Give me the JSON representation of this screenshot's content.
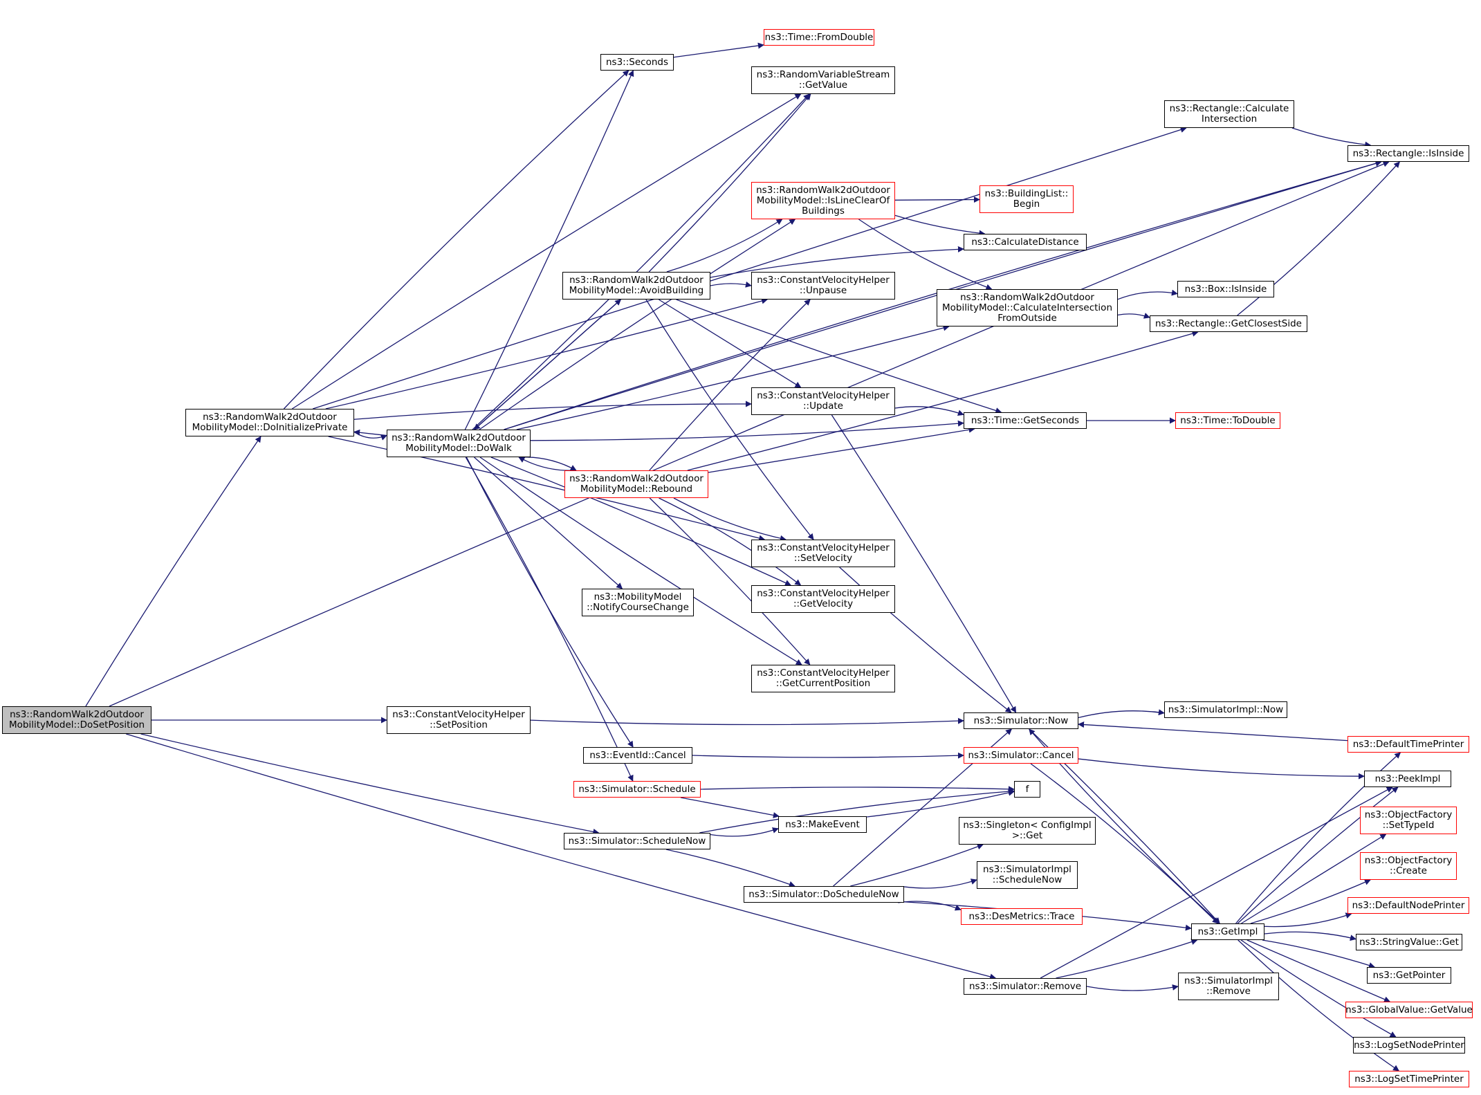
{
  "colors": {
    "edge": "#191970",
    "border": "#000000",
    "partial_border": "#ff0000",
    "root_fill": "#bfbfbf"
  },
  "nodes": [
    {
      "id": "doSetPosition",
      "label": "ns3::RandomWalk2dOutdoor\nMobilityModel::DoSetPosition",
      "style": "root"
    },
    {
      "id": "doInitializePrivate",
      "label": "ns3::RandomWalk2dOutdoor\nMobilityModel::DoInitializePrivate",
      "style": "normal"
    },
    {
      "id": "doWalk",
      "label": "ns3::RandomWalk2dOutdoor\nMobilityModel::DoWalk",
      "style": "normal"
    },
    {
      "id": "avoidBuilding",
      "label": "ns3::RandomWalk2dOutdoor\nMobilityModel::AvoidBuilding",
      "style": "normal"
    },
    {
      "id": "rebound",
      "label": "ns3::RandomWalk2dOutdoor\nMobilityModel::Rebound",
      "style": "partial"
    },
    {
      "id": "isLineClear",
      "label": "ns3::RandomWalk2dOutdoor\nMobilityModel::IsLineClearOf\nBuildings",
      "style": "partial"
    },
    {
      "id": "calcIntersectionFromOutside",
      "label": "ns3::RandomWalk2dOutdoor\nMobilityModel::CalculateIntersection\nFromOutside",
      "style": "normal"
    },
    {
      "id": "seconds",
      "label": "ns3::Seconds",
      "style": "normal"
    },
    {
      "id": "fromDouble",
      "label": "ns3::Time::FromDouble",
      "style": "partial"
    },
    {
      "id": "rvsGetValue",
      "label": "ns3::RandomVariableStream\n::GetValue",
      "style": "normal"
    },
    {
      "id": "rectCalcIntersection",
      "label": "ns3::Rectangle::Calculate\nIntersection",
      "style": "normal"
    },
    {
      "id": "rectIsInside",
      "label": "ns3::Rectangle::IsInside",
      "style": "normal"
    },
    {
      "id": "buildingListBegin",
      "label": "ns3::BuildingList::\nBegin",
      "style": "partial"
    },
    {
      "id": "calculateDistance",
      "label": "ns3::CalculateDistance",
      "style": "normal"
    },
    {
      "id": "cvhUnpause",
      "label": "ns3::ConstantVelocityHelper\n::Unpause",
      "style": "normal"
    },
    {
      "id": "boxIsInside",
      "label": "ns3::Box::IsInside",
      "style": "normal"
    },
    {
      "id": "rectGetClosestSide",
      "label": "ns3::Rectangle::GetClosestSide",
      "style": "normal"
    },
    {
      "id": "cvhUpdate",
      "label": "ns3::ConstantVelocityHelper\n::Update",
      "style": "normal"
    },
    {
      "id": "timeGetSeconds",
      "label": "ns3::Time::GetSeconds",
      "style": "normal"
    },
    {
      "id": "timeToDouble",
      "label": "ns3::Time::ToDouble",
      "style": "partial"
    },
    {
      "id": "cvhSetVelocity",
      "label": "ns3::ConstantVelocityHelper\n::SetVelocity",
      "style": "normal"
    },
    {
      "id": "cvhGetVelocity",
      "label": "ns3::ConstantVelocityHelper\n::GetVelocity",
      "style": "normal"
    },
    {
      "id": "notifyCourseChange",
      "label": "ns3::MobilityModel\n::NotifyCourseChange",
      "style": "normal"
    },
    {
      "id": "cvhGetCurrentPosition",
      "label": "ns3::ConstantVelocityHelper\n::GetCurrentPosition",
      "style": "normal"
    },
    {
      "id": "cvhSetPosition",
      "label": "ns3::ConstantVelocityHelper\n::SetPosition",
      "style": "normal"
    },
    {
      "id": "simNow",
      "label": "ns3::Simulator::Now",
      "style": "normal"
    },
    {
      "id": "simImplNow",
      "label": "ns3::SimulatorImpl::Now",
      "style": "normal"
    },
    {
      "id": "eventIdCancel",
      "label": "ns3::EventId::Cancel",
      "style": "normal"
    },
    {
      "id": "simCancel",
      "label": "ns3::Simulator::Cancel",
      "style": "partial"
    },
    {
      "id": "defaultTimePrinter",
      "label": "ns3::DefaultTimePrinter",
      "style": "partial"
    },
    {
      "id": "simSchedule",
      "label": "ns3::Simulator::Schedule",
      "style": "partial"
    },
    {
      "id": "f",
      "label": "f",
      "style": "normal"
    },
    {
      "id": "peekImpl",
      "label": "ns3::PeekImpl",
      "style": "normal"
    },
    {
      "id": "makeEvent",
      "label": "ns3::MakeEvent",
      "style": "normal"
    },
    {
      "id": "simScheduleNow",
      "label": "ns3::Simulator::ScheduleNow",
      "style": "normal"
    },
    {
      "id": "singletonGet",
      "label": "ns3::Singleton< ConfigImpl\n>::Get",
      "style": "normal"
    },
    {
      "id": "objFactorySetTypeId",
      "label": "ns3::ObjectFactory\n::SetTypeId",
      "style": "partial"
    },
    {
      "id": "simImplScheduleNow",
      "label": "ns3::SimulatorImpl\n::ScheduleNow",
      "style": "normal"
    },
    {
      "id": "objFactoryCreate",
      "label": "ns3::ObjectFactory\n::Create",
      "style": "partial"
    },
    {
      "id": "simDoScheduleNow",
      "label": "ns3::Simulator::DoScheduleNow",
      "style": "normal"
    },
    {
      "id": "desMetricsTrace",
      "label": "ns3::DesMetrics::Trace",
      "style": "partial"
    },
    {
      "id": "defaultNodePrinter",
      "label": "ns3::DefaultNodePrinter",
      "style": "partial"
    },
    {
      "id": "getImpl",
      "label": "ns3::GetImpl",
      "style": "normal"
    },
    {
      "id": "stringValueGet",
      "label": "ns3::StringValue::Get",
      "style": "normal"
    },
    {
      "id": "getPointer",
      "label": "ns3::GetPointer",
      "style": "normal"
    },
    {
      "id": "simRemove",
      "label": "ns3::Simulator::Remove",
      "style": "normal"
    },
    {
      "id": "simImplRemove",
      "label": "ns3::SimulatorImpl\n::Remove",
      "style": "normal"
    },
    {
      "id": "globalValueGetValue",
      "label": "ns3::GlobalValue::GetValue",
      "style": "partial"
    },
    {
      "id": "logSetNodePrinter",
      "label": "ns3::LogSetNodePrinter",
      "style": "normal"
    },
    {
      "id": "logSetTimePrinter",
      "label": "ns3::LogSetTimePrinter",
      "style": "partial"
    }
  ],
  "edges": [
    [
      "doSetPosition",
      "rectIsInside"
    ],
    [
      "doSetPosition",
      "doInitializePrivate"
    ],
    [
      "doSetPosition",
      "cvhSetPosition"
    ],
    [
      "doSetPosition",
      "simScheduleNow"
    ],
    [
      "doSetPosition",
      "simRemove"
    ],
    [
      "doInitializePrivate",
      "seconds"
    ],
    [
      "doInitializePrivate",
      "rvsGetValue"
    ],
    [
      "doInitializePrivate",
      "rectCalcIntersection"
    ],
    [
      "doInitializePrivate",
      "cvhUnpause"
    ],
    [
      "doInitializePrivate",
      "doWalk"
    ],
    [
      "doInitializePrivate",
      "cvhUpdate"
    ],
    [
      "doInitializePrivate",
      "cvhSetVelocity"
    ],
    [
      "doWalk",
      "doInitializePrivate"
    ],
    [
      "doWalk",
      "seconds"
    ],
    [
      "doWalk",
      "rvsGetValue"
    ],
    [
      "doWalk",
      "rectIsInside"
    ],
    [
      "doWalk",
      "isLineClear"
    ],
    [
      "doWalk",
      "avoidBuilding"
    ],
    [
      "doWalk",
      "calcIntersectionFromOutside"
    ],
    [
      "doWalk",
      "timeGetSeconds"
    ],
    [
      "doWalk",
      "rebound"
    ],
    [
      "doWalk",
      "cvhGetVelocity"
    ],
    [
      "doWalk",
      "notifyCourseChange"
    ],
    [
      "doWalk",
      "cvhGetCurrentPosition"
    ],
    [
      "doWalk",
      "eventIdCancel"
    ],
    [
      "doWalk",
      "simSchedule"
    ],
    [
      "doWalk",
      "rectIsInside"
    ],
    [
      "avoidBuilding",
      "doWalk"
    ],
    [
      "avoidBuilding",
      "rvsGetValue"
    ],
    [
      "avoidBuilding",
      "isLineClear"
    ],
    [
      "avoidBuilding",
      "calculateDistance"
    ],
    [
      "avoidBuilding",
      "cvhUnpause"
    ],
    [
      "avoidBuilding",
      "cvhUpdate"
    ],
    [
      "avoidBuilding",
      "timeGetSeconds"
    ],
    [
      "avoidBuilding",
      "cvhSetVelocity"
    ],
    [
      "rebound",
      "doWalk"
    ],
    [
      "rebound",
      "cvhUnpause"
    ],
    [
      "rebound",
      "timeGetSeconds"
    ],
    [
      "rebound",
      "rectGetClosestSide"
    ],
    [
      "rebound",
      "cvhSetVelocity"
    ],
    [
      "rebound",
      "cvhGetVelocity"
    ],
    [
      "rebound",
      "cvhGetCurrentPosition"
    ],
    [
      "isLineClear",
      "buildingListBegin"
    ],
    [
      "isLineClear",
      "calculateDistance"
    ],
    [
      "isLineClear",
      "calcIntersectionFromOutside"
    ],
    [
      "calcIntersectionFromOutside",
      "boxIsInside"
    ],
    [
      "calcIntersectionFromOutside",
      "rectGetClosestSide"
    ],
    [
      "seconds",
      "fromDouble"
    ],
    [
      "rectCalcIntersection",
      "rectIsInside"
    ],
    [
      "rectGetClosestSide",
      "rectIsInside"
    ],
    [
      "cvhUpdate",
      "timeGetSeconds"
    ],
    [
      "cvhUpdate",
      "simNow"
    ],
    [
      "timeGetSeconds",
      "timeToDouble"
    ],
    [
      "cvhSetVelocity",
      "simNow"
    ],
    [
      "cvhSetPosition",
      "simNow"
    ],
    [
      "simNow",
      "simImplNow"
    ],
    [
      "simNow",
      "getImpl"
    ],
    [
      "defaultTimePrinter",
      "simNow"
    ],
    [
      "eventIdCancel",
      "simCancel"
    ],
    [
      "simCancel",
      "peekImpl"
    ],
    [
      "simCancel",
      "getImpl"
    ],
    [
      "simSchedule",
      "f"
    ],
    [
      "simSchedule",
      "makeEvent"
    ],
    [
      "makeEvent",
      "f"
    ],
    [
      "simScheduleNow",
      "makeEvent"
    ],
    [
      "simScheduleNow",
      "f"
    ],
    [
      "simScheduleNow",
      "simDoScheduleNow"
    ],
    [
      "simDoScheduleNow",
      "simNow"
    ],
    [
      "simDoScheduleNow",
      "singletonGet"
    ],
    [
      "simDoScheduleNow",
      "simImplScheduleNow"
    ],
    [
      "simDoScheduleNow",
      "desMetricsTrace"
    ],
    [
      "simDoScheduleNow",
      "getImpl"
    ],
    [
      "simRemove",
      "peekImpl"
    ],
    [
      "simRemove",
      "getImpl"
    ],
    [
      "simRemove",
      "simImplRemove"
    ],
    [
      "getImpl",
      "defaultTimePrinter"
    ],
    [
      "getImpl",
      "peekImpl"
    ],
    [
      "getImpl",
      "objFactorySetTypeId"
    ],
    [
      "getImpl",
      "objFactoryCreate"
    ],
    [
      "getImpl",
      "defaultNodePrinter"
    ],
    [
      "getImpl",
      "stringValueGet"
    ],
    [
      "getImpl",
      "getPointer"
    ],
    [
      "getImpl",
      "globalValueGetValue"
    ],
    [
      "getImpl",
      "logSetNodePrinter"
    ],
    [
      "getImpl",
      "logSetTimePrinter"
    ],
    [
      "getImpl",
      "simNow"
    ]
  ]
}
